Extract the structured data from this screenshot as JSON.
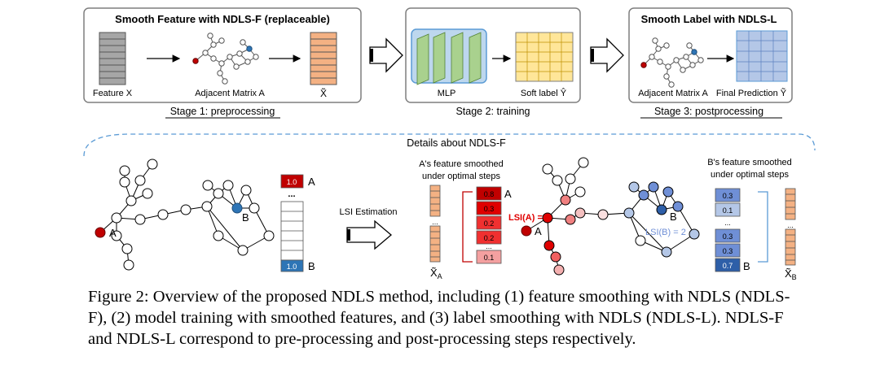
{
  "stage1": {
    "title": "Smooth  Feature with NDLS-F (replaceable)",
    "feature_label": "Feature X",
    "adj_label": "Adjacent Matrix A",
    "xtilde_label": "X̃",
    "stage_caption": "Stage 1: preprocessing"
  },
  "stage2": {
    "mlp_label": "MLP",
    "soft_label": "Soft label Ŷ",
    "stage_caption": "Stage 2: training"
  },
  "stage3": {
    "title": "Smooth  Label with NDLS-L",
    "adj_label": "Adjacent Matrix A",
    "final_label": "Final Prediction Ỹ",
    "stage_caption": "Stage 3: postprocessing"
  },
  "details": {
    "title": "Details about NDLS-F",
    "node_a": "A",
    "node_b": "B",
    "vec_top_value": "1.0",
    "vec_top_label": "A",
    "vec_bottom_value": "1.0",
    "vec_bottom_label": "B",
    "ellipsis": "...",
    "lsi_estimation": "LSI Estimation",
    "a_smoothed_line1": "A's feature smoothed",
    "a_smoothed_line2": "under optimal steps",
    "a_values": [
      "0.8",
      "0.3",
      "0.2",
      "0.2",
      "0.1"
    ],
    "a_values_label": "A",
    "xa_label": "X̃",
    "xa_sub": "A",
    "lsi_a": "LSI(A) = 4",
    "lsi_b": "LSI(B) = 2",
    "b_smoothed_line1": "B's feature smoothed",
    "b_smoothed_line2": "under optimal steps",
    "b_values": [
      "0.3",
      "0.1",
      "0.3",
      "0.3",
      "0.7"
    ],
    "b_values_label": "B",
    "xb_label": "X̃",
    "xb_sub": "B"
  },
  "caption": "Figure 2: Overview of the proposed NDLS method, including (1) feature smoothing with NDLS (NDLS-F), (2) model training with smoothed features, and (3) label smoothing with NDLS (NDLS-L). NDLS-F and NDLS-L correspond to pre-processing and post-processing steps respectively.",
  "colors": {
    "feature_gray": "#a6a6a6",
    "xtilde_orange": "#f4b183",
    "soft_yellow": "#ffe699",
    "pred_blue": "#b4c7e7",
    "node_dark_red": "#c00000",
    "node_dark_blue": "#2e75b6",
    "lsi_a_red": "#e00000",
    "lsi_b_blue": "#6f8fd6",
    "dashed_blue": "#5b9bd5"
  }
}
